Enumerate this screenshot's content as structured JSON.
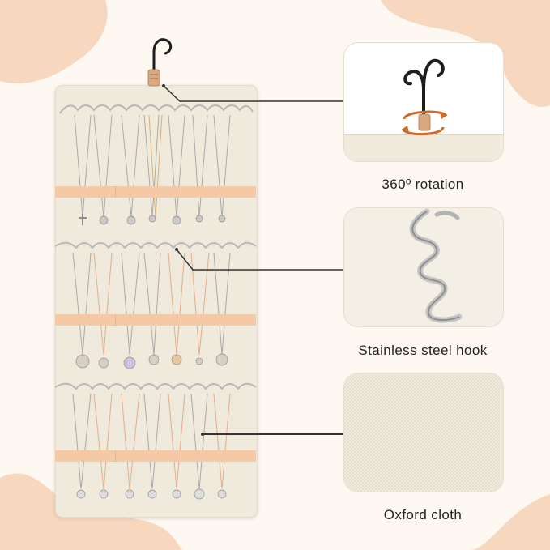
{
  "features": [
    {
      "label": "360º rotation",
      "icon": "rotating-hook-icon"
    },
    {
      "label": "Stainless steel hook",
      "icon": "wave-hook-icon"
    },
    {
      "label": "Oxford cloth",
      "icon": "fabric-swatch-icon"
    }
  ],
  "colors": {
    "background": "#fdf8f2",
    "accent_blob": "#f7d8bf",
    "fabric": "#efeadc",
    "strap": "#f5c9a6",
    "hook_black": "#1d1d1d",
    "arrow_orange": "#cf6a2a"
  }
}
